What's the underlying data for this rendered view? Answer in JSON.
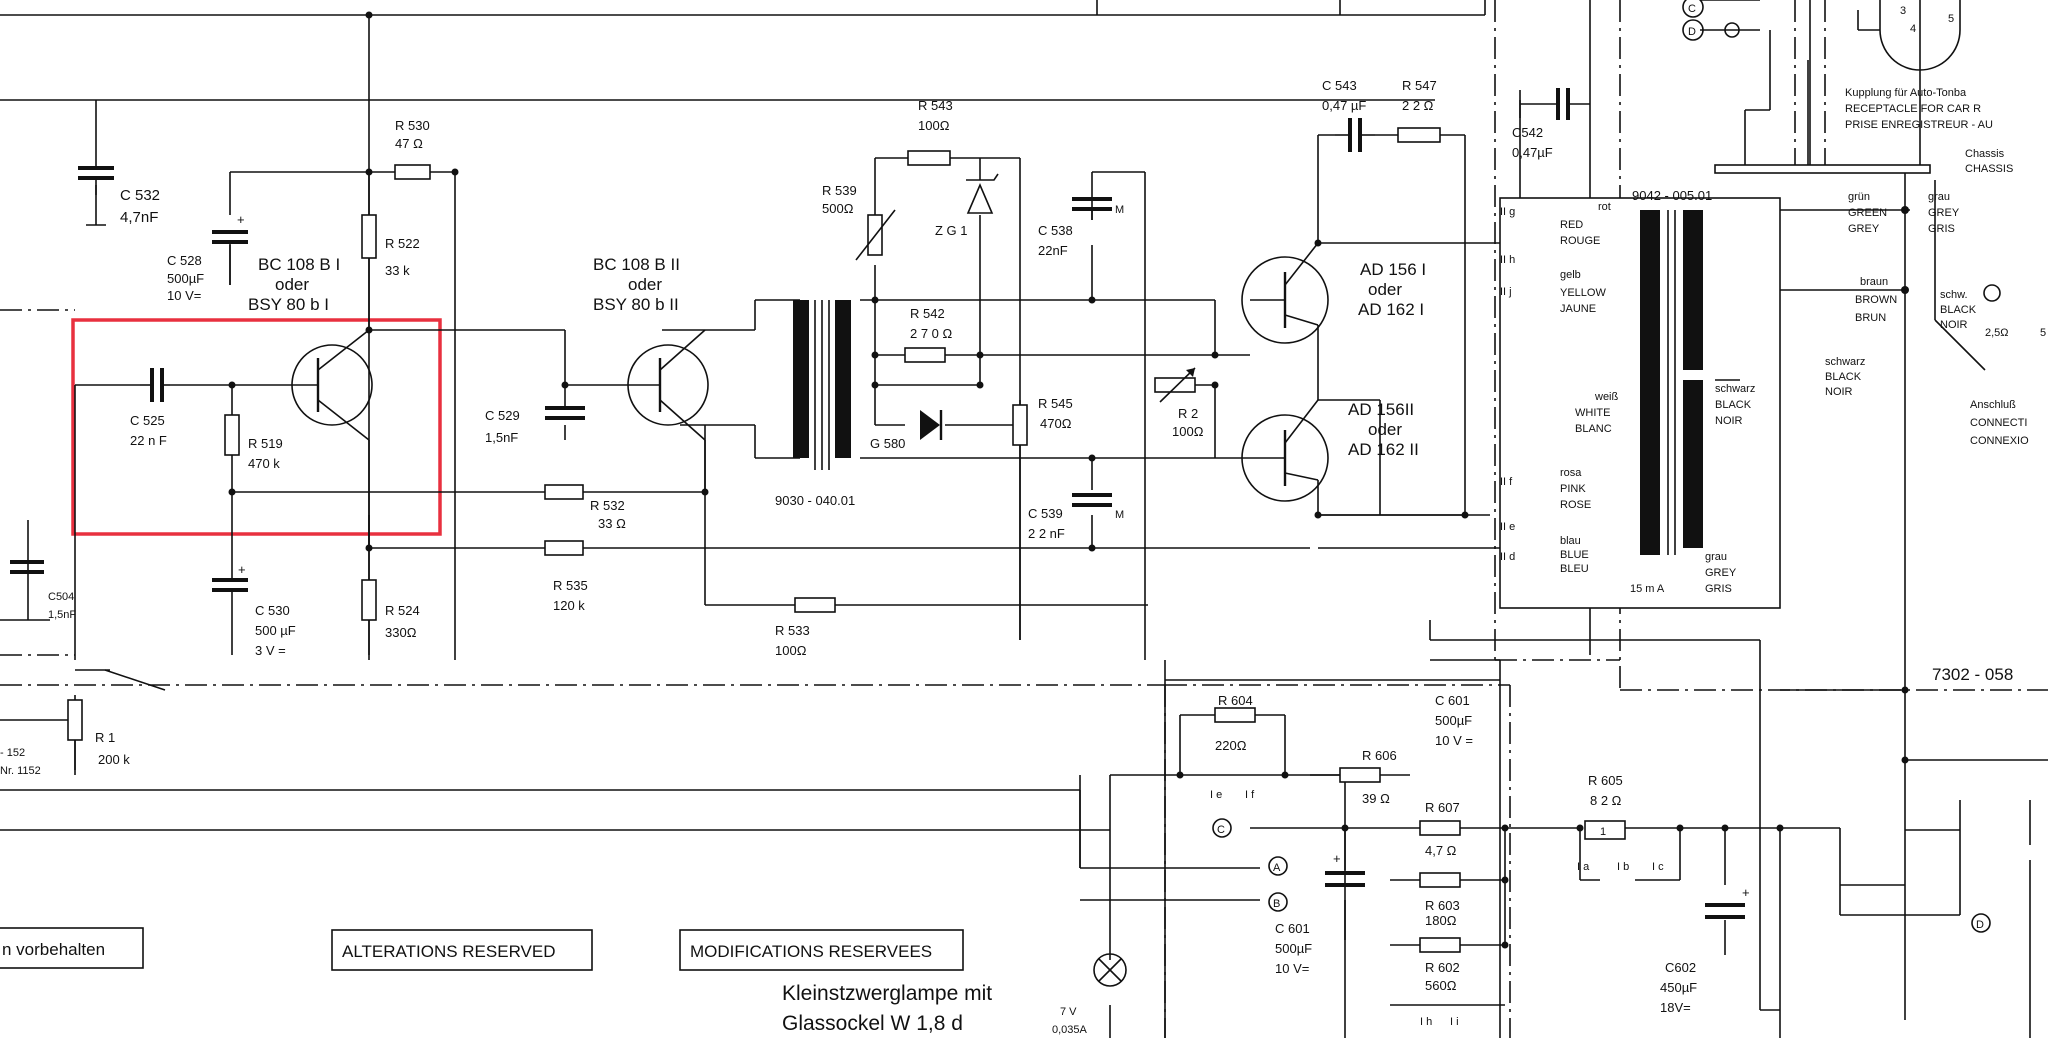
{
  "highlight_color": "#e8303f",
  "labels": {
    "c532": [
      "C 532",
      "4,7nF"
    ],
    "c528": [
      "C 528",
      "500µF",
      "10 V="
    ],
    "r530": [
      "R 530",
      "47 Ω"
    ],
    "r522": [
      "R 522",
      "33 k"
    ],
    "t1": [
      "BC 108  B I",
      "oder",
      "BSY 80 b I"
    ],
    "c525": [
      "C 525",
      "22 n F"
    ],
    "r519": [
      "R 519",
      "470 k"
    ],
    "t2": [
      "BC 108  B II",
      "oder",
      "BSY 80 b II"
    ],
    "c529": [
      "C 529",
      "1,5nF"
    ],
    "r532": [
      "R 532",
      "33 Ω"
    ],
    "r535": [
      "R 535",
      "120 k"
    ],
    "c530": [
      "C 530",
      "500 µF",
      "3 V ="
    ],
    "r524": [
      "R 524",
      "330Ω"
    ],
    "r533": [
      "R 533",
      "100Ω"
    ],
    "c504": [
      "C504",
      "1,5nF"
    ],
    "r1": [
      "R 1",
      "200 k"
    ],
    "left_ref": [
      "- 152",
      "Nr. 1152"
    ],
    "r543": [
      "R 543",
      "100Ω"
    ],
    "r539": [
      "R 539",
      "500Ω"
    ],
    "zg1": "Z G 1",
    "r542": [
      "R  542",
      "2 7 0 Ω"
    ],
    "g580": "G 580",
    "t_driver": "9030 - 040.01",
    "r545": [
      "R  545",
      "470Ω"
    ],
    "c538": [
      "C 538",
      "22nF"
    ],
    "c539": [
      "C 539",
      "2 2 nF"
    ],
    "r2": [
      "R 2",
      "100Ω"
    ],
    "c543": [
      "C 543",
      "0,47 µF"
    ],
    "r547": [
      "R 547",
      "2 2 Ω"
    ],
    "c542": [
      "C542",
      "0,47µF"
    ],
    "t3": [
      "AD 156 I",
      "oder",
      "AD 162 I"
    ],
    "t4": [
      "AD 156II",
      "oder",
      "AD 162 II"
    ],
    "t_out": "9042 - 005.01",
    "pins": [
      "II g",
      "II h",
      "II j",
      "II f",
      "II e",
      "II d"
    ],
    "wire_rot": [
      "rot",
      "RED",
      "ROUGE"
    ],
    "wire_gelb": [
      "gelb",
      "YELLOW",
      "JAUNE"
    ],
    "wire_weiss": [
      "weiß",
      "WHITE",
      "BLANC"
    ],
    "wire_rosa": [
      "rosa",
      "PINK",
      "ROSE"
    ],
    "wire_blau": [
      "blau",
      "BLUE",
      "BLEU"
    ],
    "wire_schwarz": [
      "schwarz",
      "BLACK",
      "NOIR"
    ],
    "wire_grau": [
      "grau",
      "GREY",
      "GRIS"
    ],
    "ma_15": "15 m A",
    "wire_gruen": [
      "grün",
      "GREEN",
      "GREY"
    ],
    "wire_grau2": [
      "grau",
      "GREY",
      "GRIS"
    ],
    "wire_braun": [
      "braun",
      "BROWN",
      "BRUN"
    ],
    "wire_schwarz2": [
      "schwarz",
      "BLACK",
      "NOIR"
    ],
    "spk": [
      "schw.",
      "BLACK",
      "NOIR"
    ],
    "spk_ohm": "2,5Ω",
    "spk_5": "5",
    "anschluss": [
      "Anschluß",
      "CONNECTI",
      "CONNEXIO"
    ],
    "kupplung": [
      "Kupplung  für Auto-Tonba",
      "RECEPTACLE  FOR  CAR R",
      "PRISE  ENREGISTREUR - AU"
    ],
    "chassis": [
      "Chassis",
      "CHASSIS"
    ],
    "plug_c": "C",
    "plug_d": "D",
    "plug_pins": [
      "3",
      "4",
      "5"
    ],
    "ref_7302": "7302 - 058",
    "r604": [
      "R 604",
      "220Ω"
    ],
    "ie_if": [
      "I e",
      "I f"
    ],
    "r606": [
      "R  606",
      "39 Ω"
    ],
    "c601a": [
      "C 601",
      "500µF",
      "10 V ="
    ],
    "r607": [
      "R 607",
      "4,7 Ω"
    ],
    "r603": [
      "R 603",
      "180Ω"
    ],
    "r602": [
      "R 602",
      "560Ω"
    ],
    "ih_ii": [
      "I h",
      "I i"
    ],
    "c601b": [
      "C 601",
      "500µF",
      "10 V="
    ],
    "r605": [
      "R 605",
      "8 2 Ω",
      "1"
    ],
    "ia_ib_ic": [
      "I a",
      "I b",
      "I c"
    ],
    "c602": [
      "C602",
      "450µF",
      "18V="
    ],
    "abc": [
      "C",
      "A",
      "B"
    ],
    "d_right": "D",
    "lamp_spec": [
      "7 V",
      "0,035A"
    ],
    "kleinst": [
      "Kleinstzwerglampe mit",
      "Glassockel  W 1,8 d"
    ],
    "boxes": [
      "n vorbehalten",
      "ALTERATIONS  RESERVED",
      "MODIFICATIONS  RESERVEES"
    ]
  }
}
